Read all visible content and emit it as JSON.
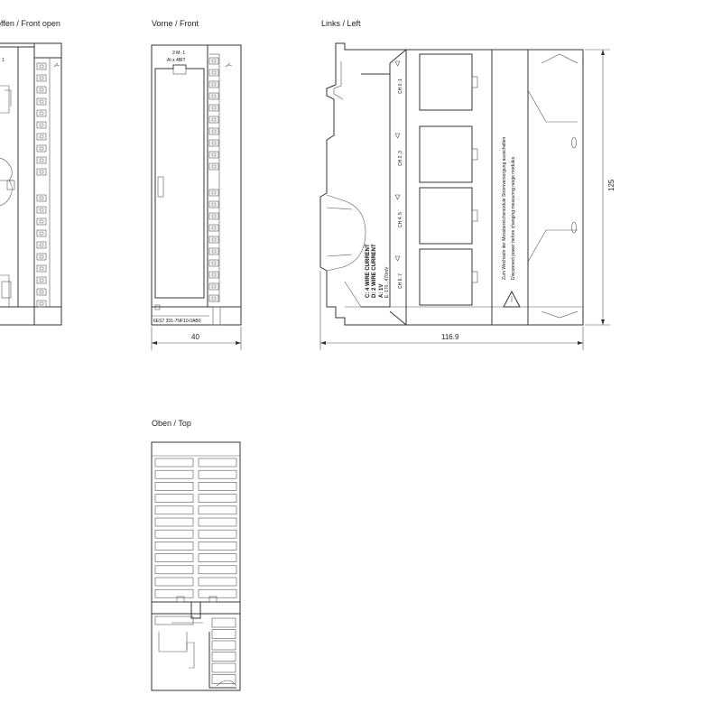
{
  "views": {
    "front_open": {
      "label": "Vorne offen / Front open"
    },
    "front": {
      "label": "Vorne / Front",
      "width_dimension": "40",
      "top_text_line1": "2 M- 1",
      "top_text_line2": "AI  x 4BIT",
      "bottom_text": "6ES7 331-7NF10-0AB0"
    },
    "left": {
      "label": "Links / Left",
      "width_dimension": "116.9",
      "height_dimension": "125",
      "wiring_line1": "C: 4 WIRE CURRENT",
      "wiring_line2": "D: 2 WIRE CURRENT",
      "wiring_line3": "A: 1V",
      "wiring_line4": "E: 170...470mV",
      "channels": [
        "CH 0..1",
        "CH 2..3",
        "CH 4..5",
        "CH 6..7"
      ],
      "warning_line1": "Zum Wechseln der Messbereichsmodule Stromversorgung ausschalten",
      "warning_line2": "Disconnect power before changing measuring range modules"
    },
    "top": {
      "label": "Oben / Top"
    }
  },
  "colors": {
    "line": "#333333",
    "background": "#ffffff"
  }
}
